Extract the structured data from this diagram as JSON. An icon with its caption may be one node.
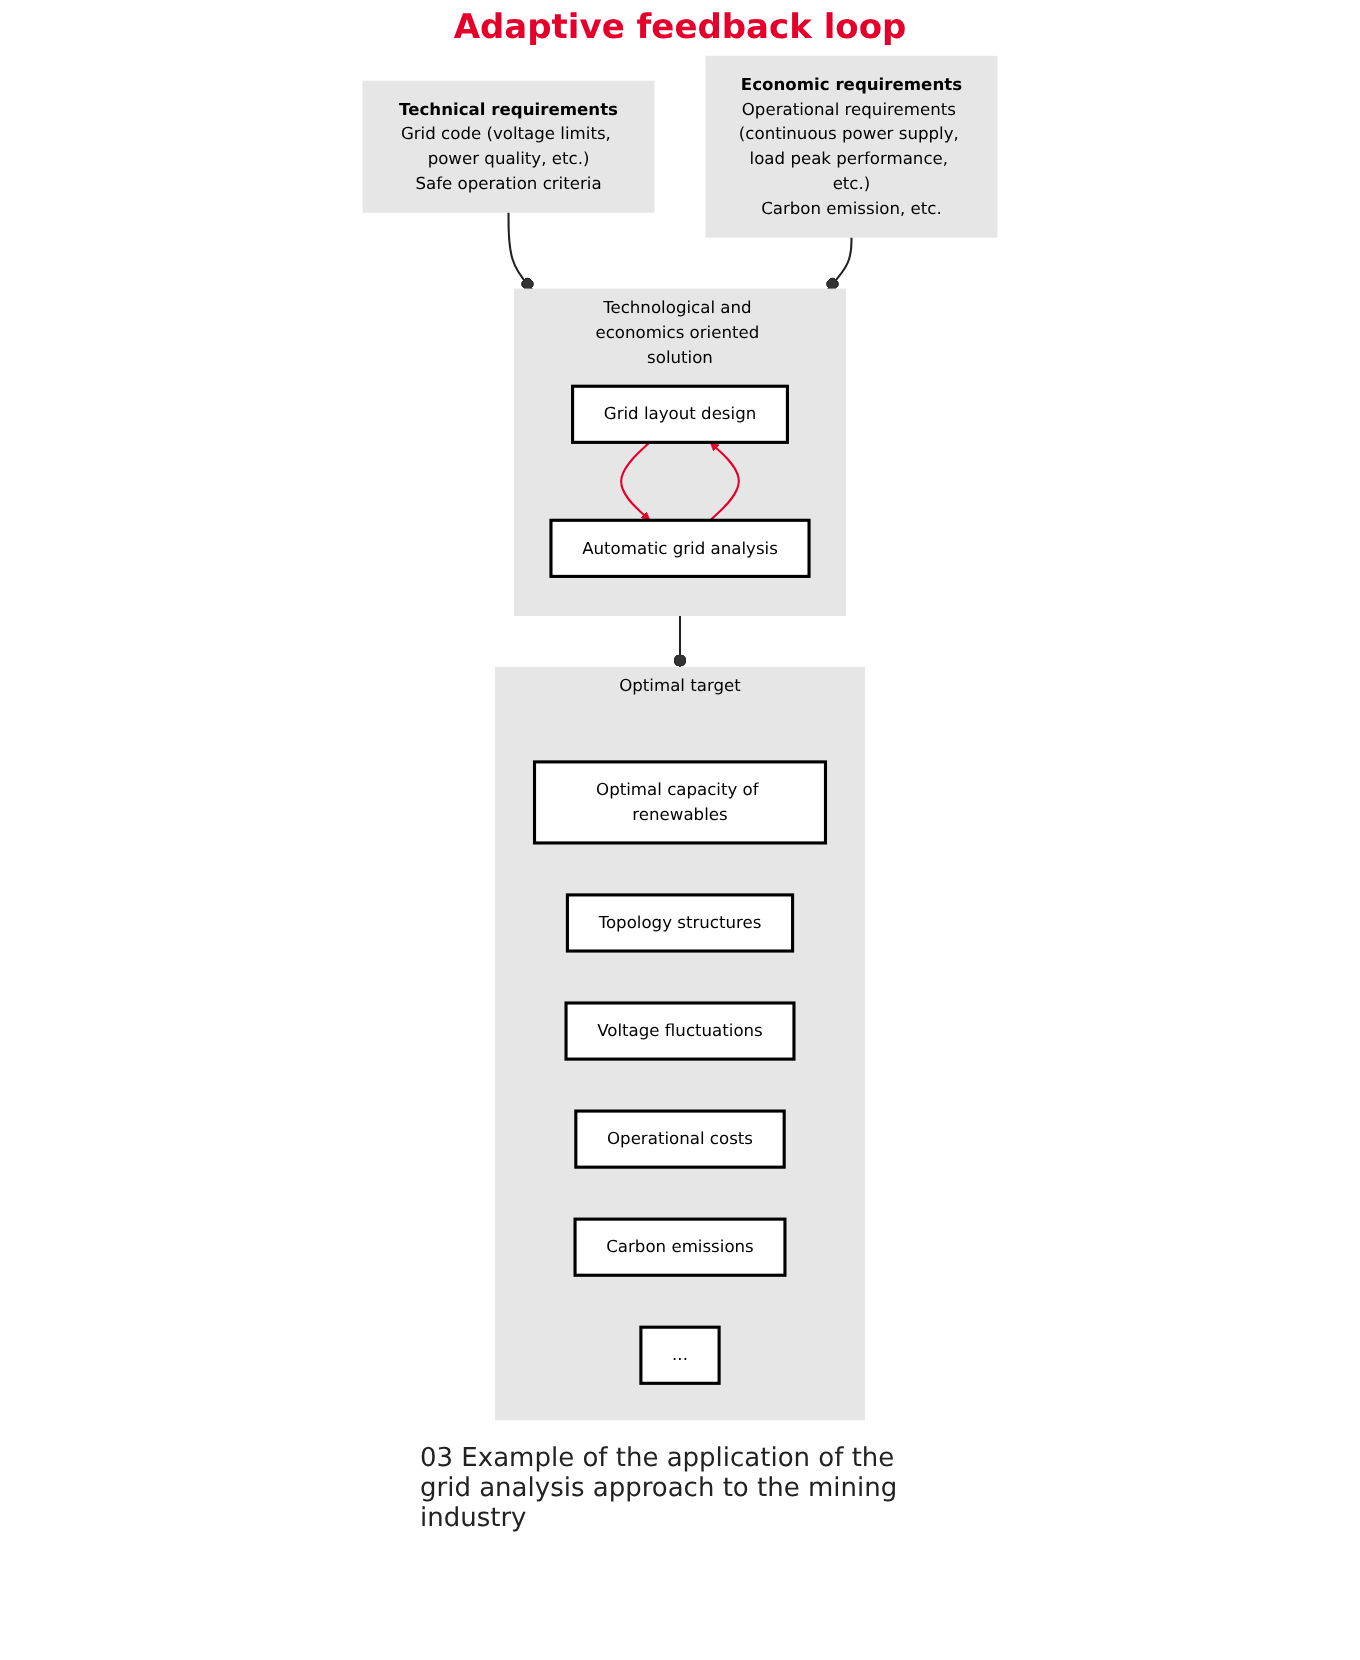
{
  "diagram": {
    "caption": "03 Example of the application of the grid analysis approach to the mining industry",
    "nodes": [
      {
        "text": [
          "Technical requirements",
          "Grid code (voltage limits, power quality, etc.)",
          "Safe operation criteria"
        ]
      },
      {
        "text": [
          "Technological and economics oriented solution"
        ]
      },
      {
        "text": [
          "Grid layout design"
        ],
        "in": 1
      },
      {
        "text": [
          "Automatic grid analysis"
        ],
        "in": 1
      },
      {
        "text": [
          "Optimal target"
        ]
      },
      {
        "text": [
          "Optimal capacity of renewables"
        ],
        "in": 4
      },
      {
        "text": [
          "Topology structures"
        ],
        "in": 4
      },
      {
        "text": [
          "Voltage fluctuations"
        ],
        "in": 4
      },
      {
        "text": [
          "Operational costs"
        ],
        "in": 4
      },
      {
        "text": [
          "Carbon emissions"
        ],
        "in": 4
      },
      {
        "text": [
          "..."
        ],
        "in": 4
      },
      {
        "text": [
          "Economic requirements",
          "Operational requirements (continuous power supply, load peak performance, etc.)",
          "Carbon emission, etc."
        ]
      }
    ],
    "edges": [
      {
        "from": 0,
        "to": 1,
        "arrow": "other"
      },
      {
        "from": 2,
        "to": 3,
        "arrow": "to",
        "color": "#e4002b"
      },
      {
        "from": 3,
        "to": 2,
        "arrow": "to",
        "color": "#e4002b"
      },
      {
        "from": 1,
        "to": 4,
        "arrow": "other"
      },
      {
        "from": 11,
        "to": 1,
        "arrow": "other"
      }
    ],
    "labels": [
      "Adaptive feedback loop"
    ]
  }
}
